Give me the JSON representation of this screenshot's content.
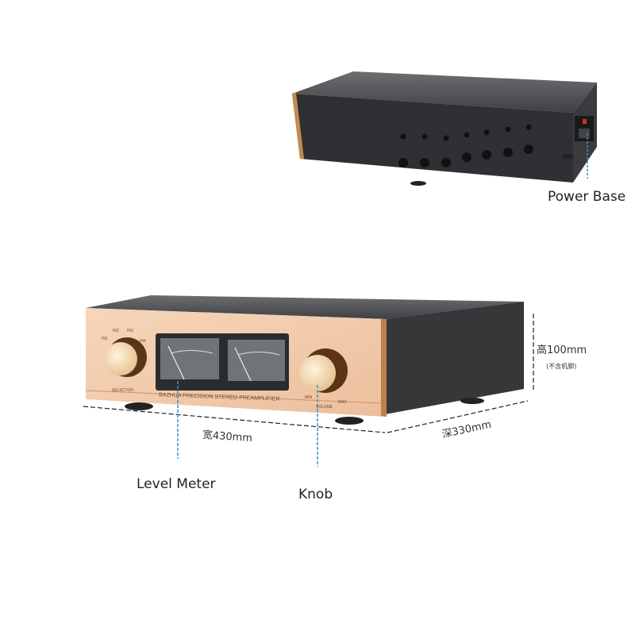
{
  "callouts": {
    "power_base": "Power Base",
    "level_meter": "Level Meter",
    "knob": "Knob"
  },
  "dimensions": {
    "width": "宽430mm",
    "depth": "深330mm",
    "height": "高100mm",
    "height_note": "(不含机脚)"
  },
  "front_panel": {
    "brand_line": "BAZHUA PRECISION STEREO PREAMPLIFIER",
    "selector": "SELECTOR",
    "inputs": [
      "IN1",
      "IN2",
      "IN3",
      "IN4"
    ],
    "volume": "VOLUME",
    "min": "MIN",
    "max": "MAX"
  },
  "colors": {
    "gold_panel": "#f2c9a8",
    "chassis": "#3a3b3d",
    "callout_line": "#3a8fd0"
  }
}
